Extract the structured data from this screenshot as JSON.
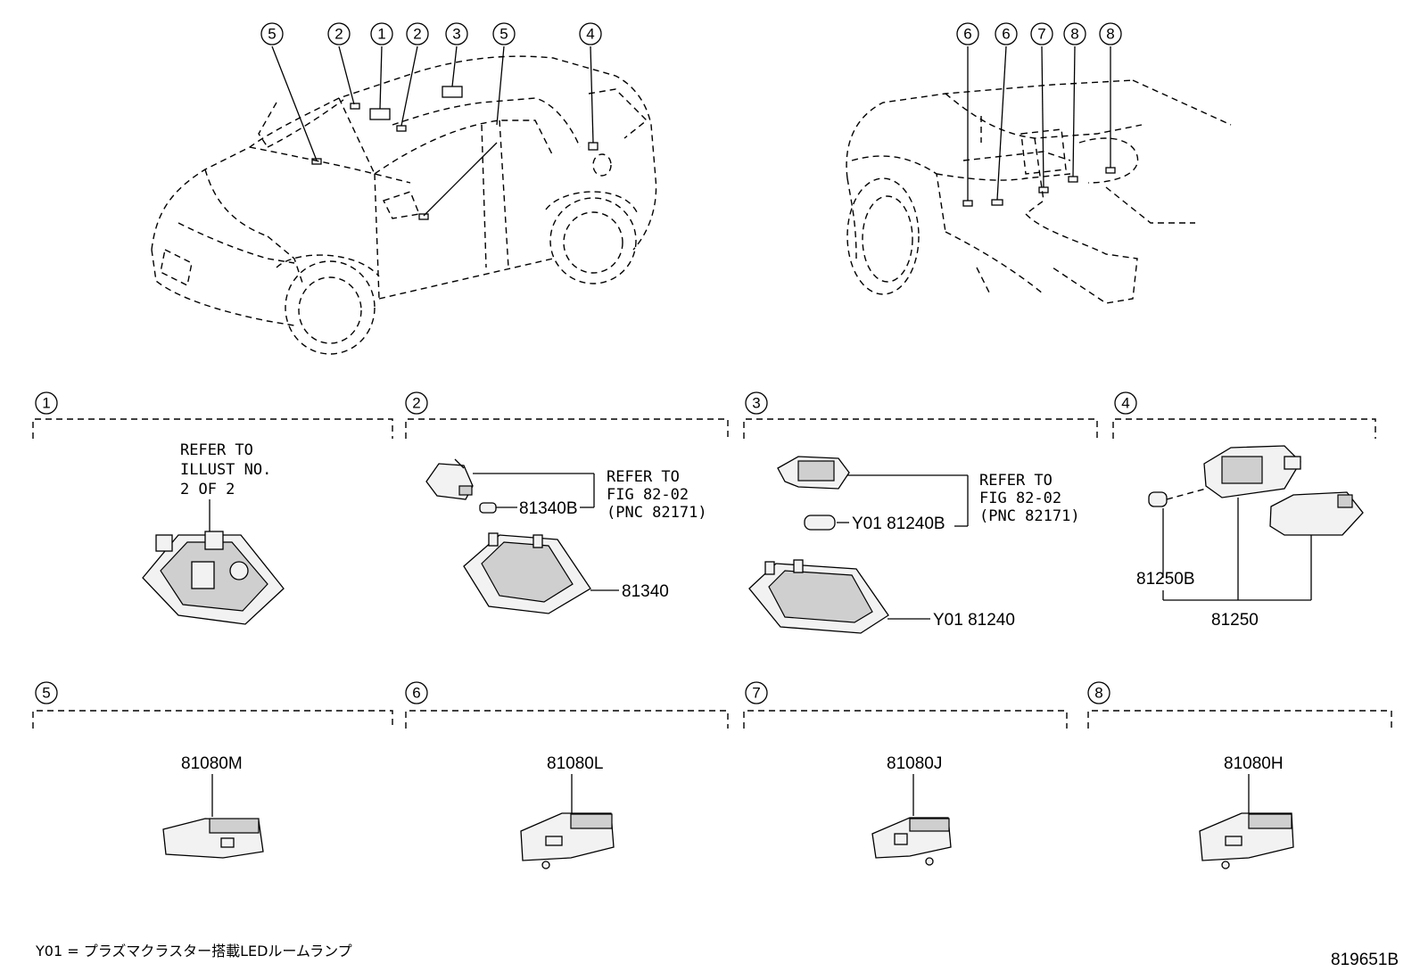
{
  "callouts": {
    "c1": "1",
    "c2": "2",
    "c3": "3",
    "c4": "4",
    "c5": "5",
    "c6": "6",
    "c7": "7",
    "c8": "8"
  },
  "refer_text": {
    "illust_line1": "REFER TO",
    "illust_line2": "ILLUST NO.",
    "illust_line3": "2 OF 2",
    "fig_line1": "REFER TO",
    "fig_line2": "FIG 82-02",
    "fig_line3": "(PNC 82171)"
  },
  "parts": {
    "p81340B": "81340B",
    "p81340": "81340",
    "p81240B": "Y01 81240B",
    "p81240": "Y01 81240",
    "p81250B": "81250B",
    "p81250": "81250",
    "p81080M": "81080M",
    "p81080L": "81080L",
    "p81080J": "81080J",
    "p81080H": "81080H"
  },
  "footnote": "Y01 = プラズマクラスター搭載LEDルームランプ",
  "figure_id": "819651B"
}
